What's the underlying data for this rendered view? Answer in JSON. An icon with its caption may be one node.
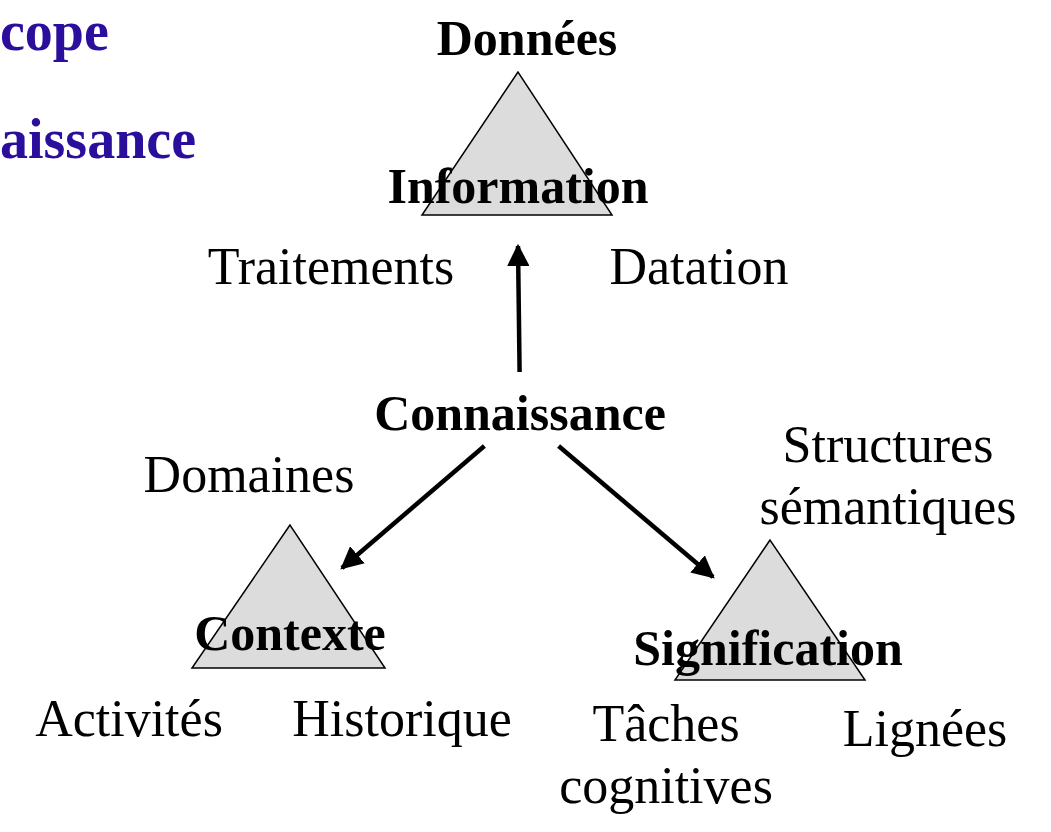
{
  "diagram": {
    "nodes": [
      {
        "text": [
          "Données",
          "Information"
        ],
        "beside": [
          "Traitements",
          "Datation"
        ]
      },
      {
        "text": [
          "Connaissance"
        ]
      },
      {
        "text": [
          "Contexte"
        ],
        "beside": [
          "Domaines",
          "Activités",
          "Historique"
        ]
      },
      {
        "text": [
          "Signification"
        ],
        "beside": [
          "Structures sémantiques",
          "Tâches cognitives",
          "Lignées"
        ]
      }
    ],
    "edges": [
      {
        "from": 1,
        "to": 0,
        "arrow": "to"
      },
      {
        "from": 1,
        "to": 2,
        "arrow": "to"
      },
      {
        "from": 1,
        "to": 3,
        "arrow": "to"
      }
    ],
    "labels": [
      "cope",
      "aissance"
    ]
  }
}
